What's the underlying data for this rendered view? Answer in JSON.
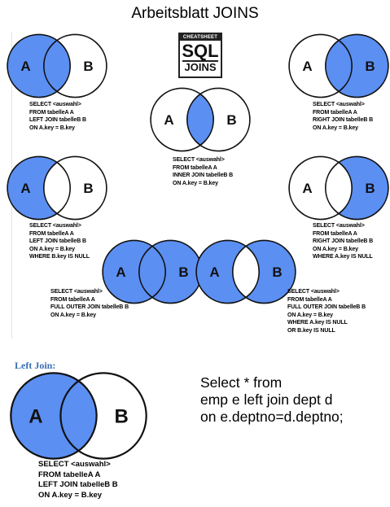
{
  "title": "Arbeitsblatt JOINS",
  "logo": {
    "top": "CHEATSHEET",
    "mid": "SQL",
    "bot": "JOINS"
  },
  "colors": {
    "fill": "#5b8ff2",
    "stroke": "#111111"
  },
  "labels": {
    "a": "A",
    "b": "B"
  },
  "diagrams": [
    {
      "id": "left-join",
      "fill": "a",
      "code": [
        "SELECT <auswahl>",
        "FROM tabelleA A",
        "LEFT JOIN tabelleB B",
        "ON A.key = B.key"
      ]
    },
    {
      "id": "inner-join",
      "fill": "ab",
      "code": [
        "SELECT <auswahl>",
        "FROM tabelleA A",
        "INNER JOIN tabelleB B",
        "ON A.key = B.key"
      ]
    },
    {
      "id": "right-join",
      "fill": "b",
      "code": [
        "SELECT <auswahl>",
        "FROM tabelleA A",
        "RIGHT JOIN tabelleB B",
        "ON A.key = B.key"
      ]
    },
    {
      "id": "left-join-null",
      "fill": "a_only",
      "code": [
        "SELECT <auswahl>",
        "FROM tabelleA A",
        "LEFT JOIN tabelleB B",
        "ON A.key = B.key",
        "WHERE B.key IS NULL"
      ]
    },
    {
      "id": "right-join-null",
      "fill": "b_only",
      "code": [
        "SELECT <auswahl>",
        "FROM tabelleA A",
        "RIGHT JOIN tabelleB B",
        "ON A.key = B.key",
        "WHERE A.key IS NULL"
      ]
    },
    {
      "id": "full-outer-join",
      "fill": "all",
      "code": [
        "SELECT <auswahl>",
        "FROM tabelleA A",
        "FULL OUTER JOIN tabelleB B",
        "ON A.key = B.key"
      ]
    },
    {
      "id": "full-outer-join-null",
      "fill": "xor",
      "code": [
        "SELECT <auswahl>",
        "FROM tabelleA A",
        "FULL OUTER JOIN tabelleB B",
        "ON A.key = B.key",
        "WHERE A.key IS NULL",
        "OR B.key IS NULL"
      ]
    }
  ],
  "section_label": "Left Join:",
  "big_diagram": {
    "id": "left-join-large",
    "fill": "a",
    "code": [
      "SELECT <auswahl>",
      "FROM tabelleA A",
      "LEFT JOIN tabelleB B",
      "ON A.key = B.key"
    ]
  },
  "query_lines": [
    "Select * from",
    "emp e left join dept d",
    "on e.deptno=d.deptno;"
  ]
}
